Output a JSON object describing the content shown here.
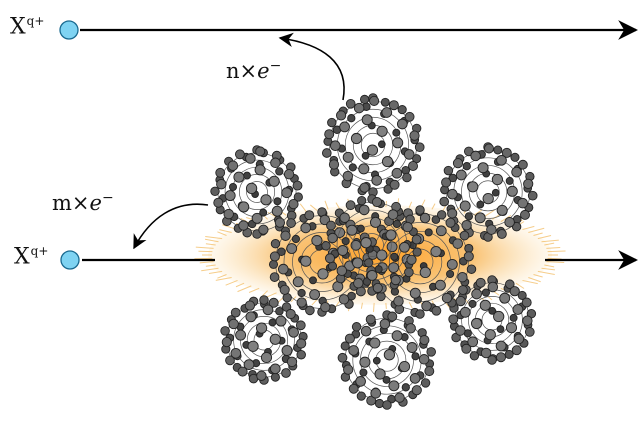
{
  "diagram": {
    "projectile_top": {
      "symbol": "X",
      "charge": "q+"
    },
    "projectile_bottom": {
      "symbol": "X",
      "charge": "q+"
    },
    "capture_distant": {
      "count": "n",
      "times": "×",
      "particle": "e",
      "sign": "−"
    },
    "capture_close": {
      "count": "m",
      "times": "×",
      "particle": "e",
      "sign": "−"
    },
    "target": {
      "cluster_count": 7,
      "glow_color": "#f5a623"
    },
    "colors": {
      "ion": "#7fd3f2",
      "ion_stroke": "#1a6a90",
      "atom": "#7a7a7a",
      "atom_stroke": "#222222",
      "line": "#000000"
    }
  }
}
